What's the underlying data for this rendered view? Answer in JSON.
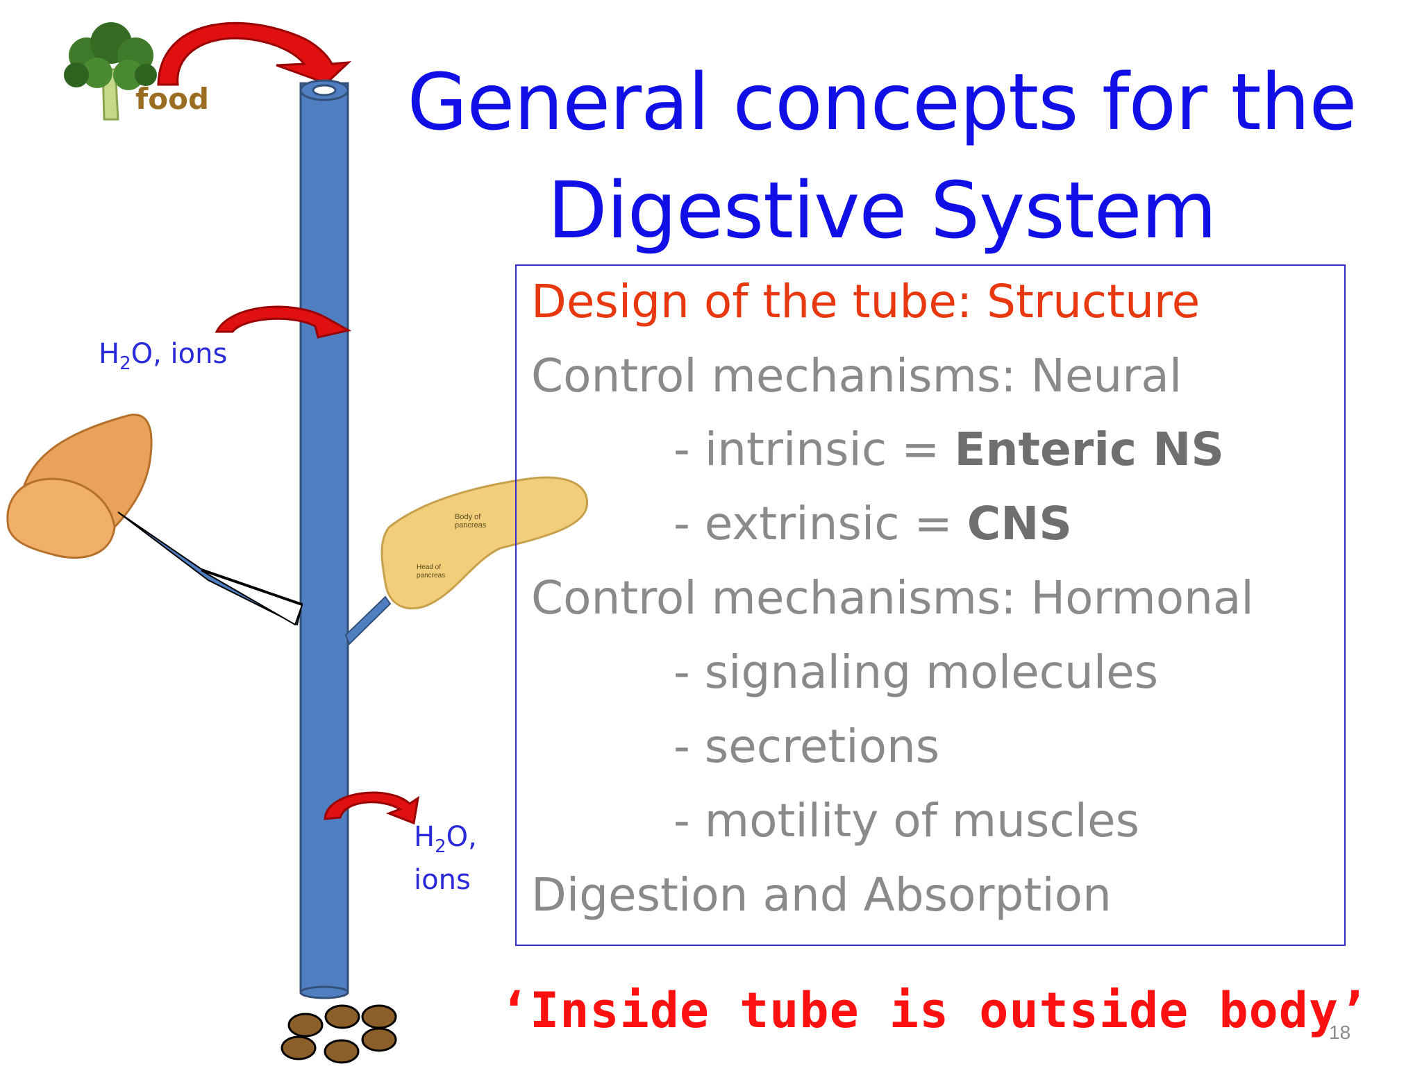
{
  "slide": {
    "title_line1": "General concepts for the",
    "title_line2": "Digestive System",
    "page_number": "18"
  },
  "diagram": {
    "food_label": "food",
    "top_label": {
      "h": "H",
      "sub": "2",
      "o": "O, ions"
    },
    "bottom_label": {
      "h": "H",
      "sub": "2",
      "o": "O,",
      "line2": "ions"
    },
    "organ_images": [
      "broccoli",
      "liver",
      "pancreas",
      "feces"
    ],
    "pancreas_text": [
      "Body of",
      "pancreas",
      "Head of",
      "pancreas"
    ],
    "colors": {
      "tube": "#4f7fc0",
      "arrow": "#e01010",
      "label": "#2a2ad8"
    }
  },
  "box": {
    "items": [
      {
        "text": "Design of the tube: Structure"
      },
      {
        "text": "Control mechanisms: Neural"
      },
      {
        "text": "- intrinsic = ",
        "bold": "Enteric NS"
      },
      {
        "text": "- extrinsic = ",
        "bold": "CNS"
      },
      {
        "text": "Control mechanisms: Hormonal"
      },
      {
        "text": "- signaling molecules"
      },
      {
        "text": "- secretions"
      },
      {
        "text": "- motility of muscles"
      },
      {
        "text": "Digestion and Absorption"
      }
    ],
    "colors": {
      "heading": "#e8380f",
      "text": "#8a8a8a",
      "border": "#3030c8"
    }
  },
  "motto": "‘Inside tube is outside body’"
}
